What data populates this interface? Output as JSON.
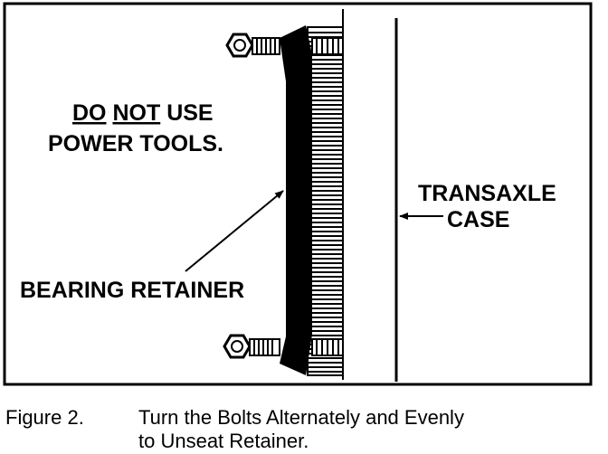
{
  "figure": {
    "warning_line1_part1": "DO",
    "warning_line1_part2": "NOT",
    "warning_line1_part3": "USE",
    "warning_line2": "POWER TOOLS.",
    "label_transaxle": "TRANSAXLE",
    "label_case": "CASE",
    "label_bearing_retainer": "BEARING RETAINER"
  },
  "caption": {
    "number": "Figure 2.",
    "line1": "Turn the Bolts Alternately and Evenly",
    "line2": "to Unseat Retainer."
  }
}
